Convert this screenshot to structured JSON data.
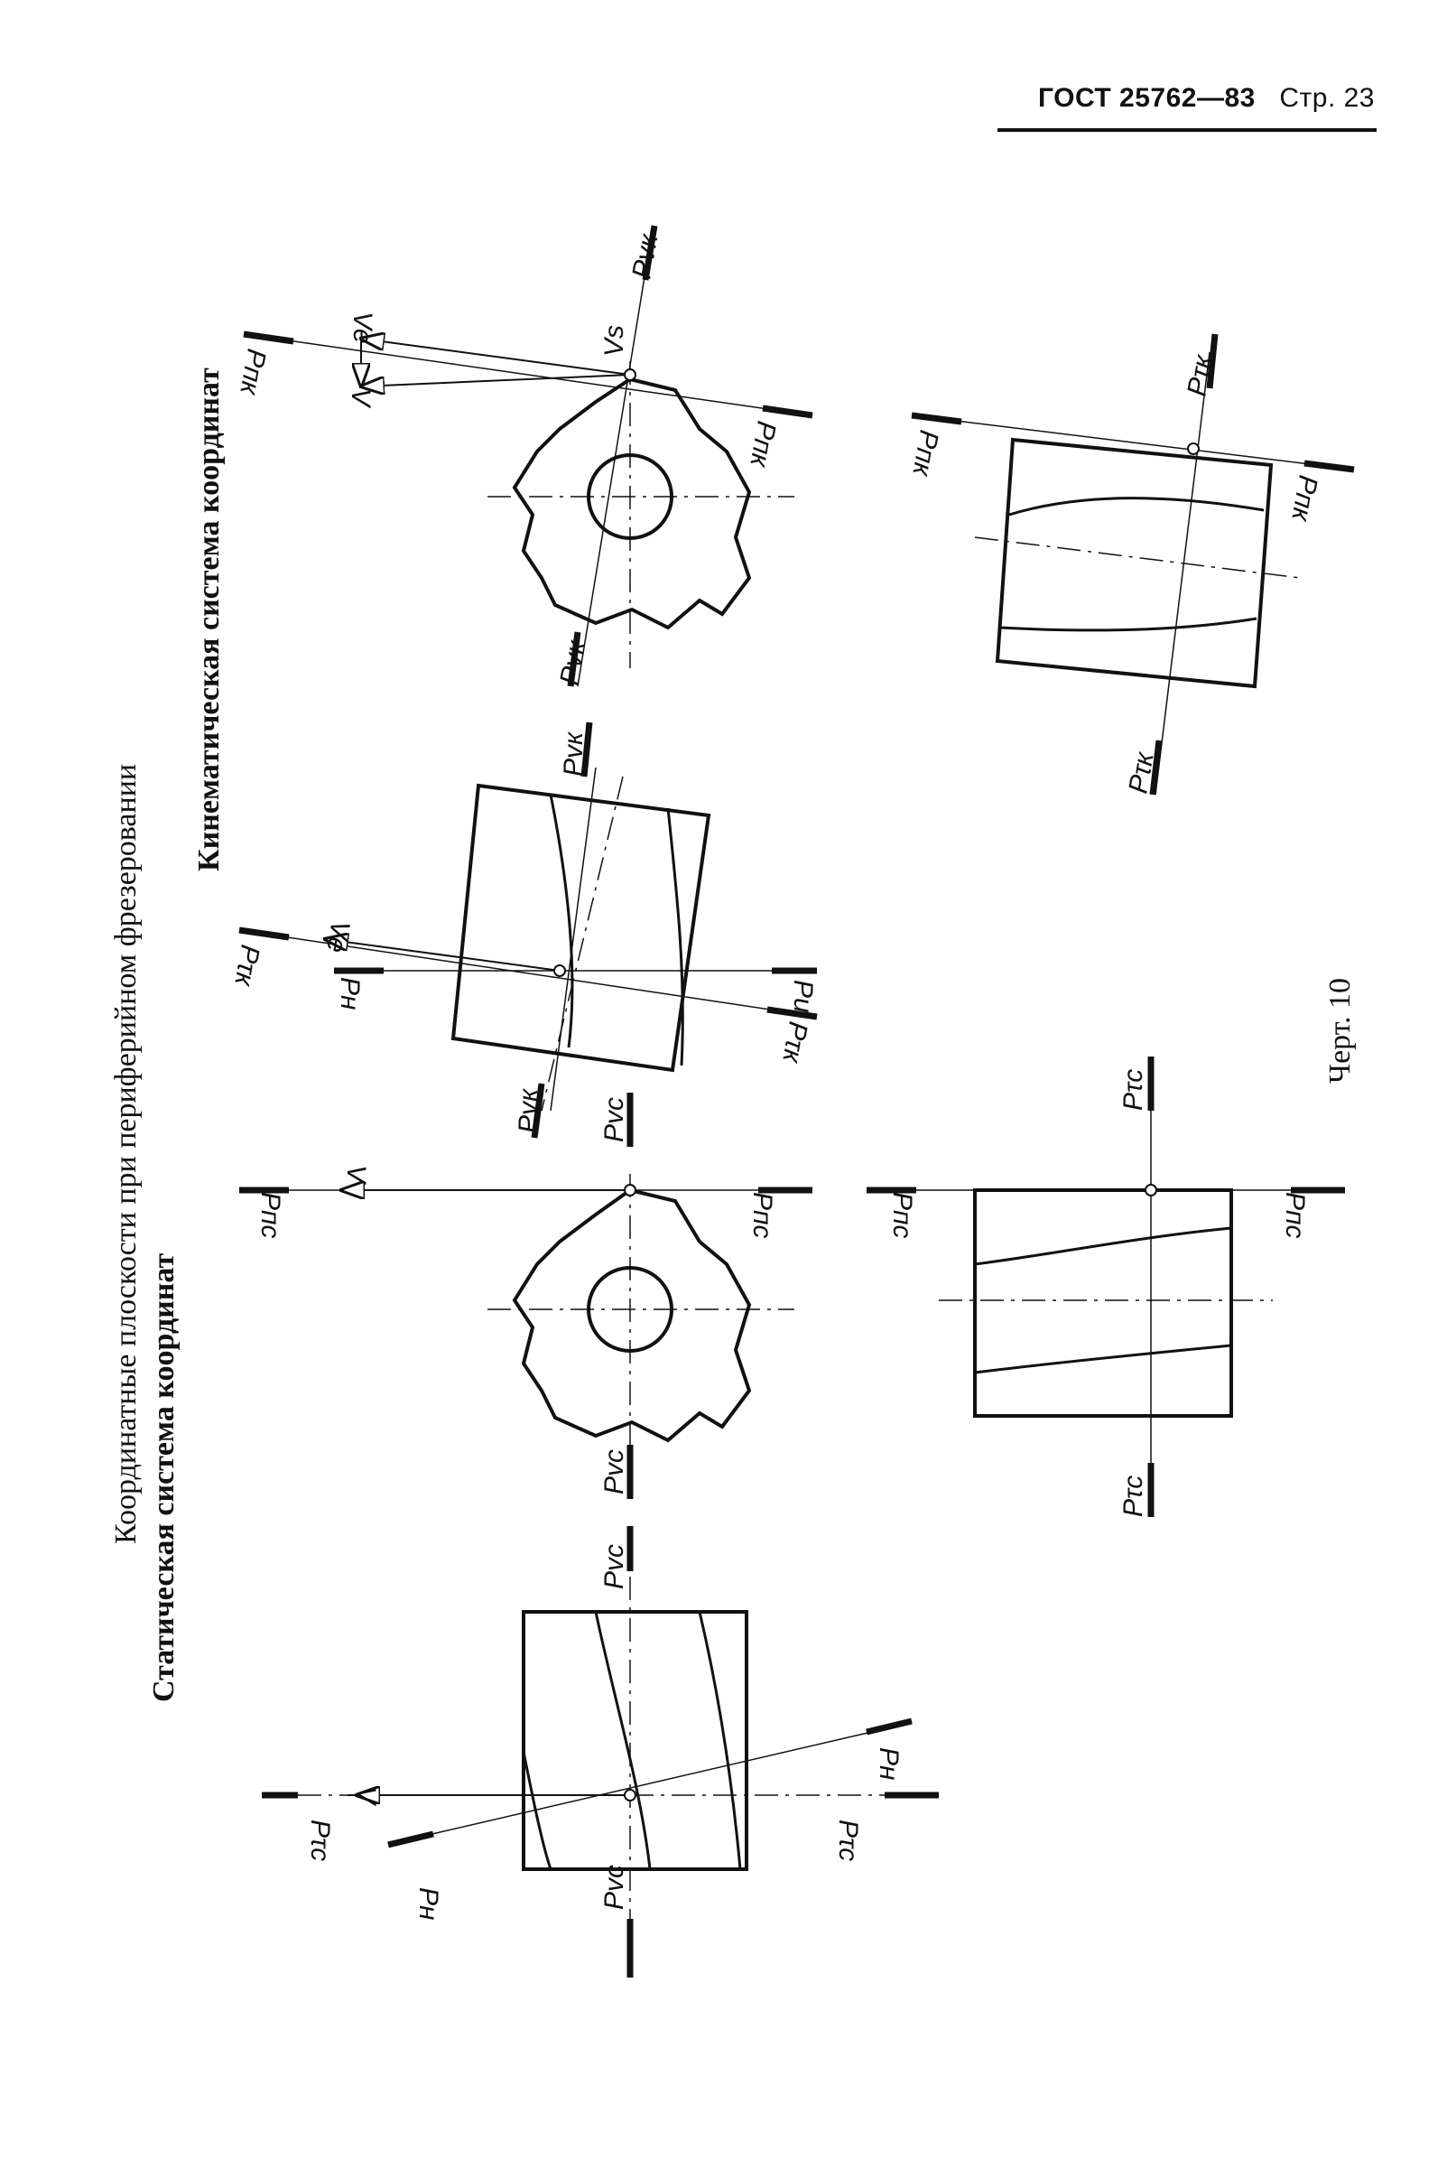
{
  "header": {
    "gost": "ГОСТ 25762—83",
    "page": "Стр. 23"
  },
  "titles": {
    "main": "Координатные плоскости при периферийном фрезеровании",
    "static": "Статическая система координат",
    "kinematic": "Кинематическая система координат"
  },
  "caption": "Черт. 10",
  "labels": {
    "p_vc": "Pvc",
    "p_tau_c": "Pτc",
    "p_n_c": "Pпc",
    "p_h": "Pн",
    "p_vk": "Pvк",
    "p_tau_k": "Pτк",
    "p_n_k": "Pпк",
    "p_u": "Pи",
    "v": "V",
    "ve": "Ve",
    "vs": "Vs"
  }
}
